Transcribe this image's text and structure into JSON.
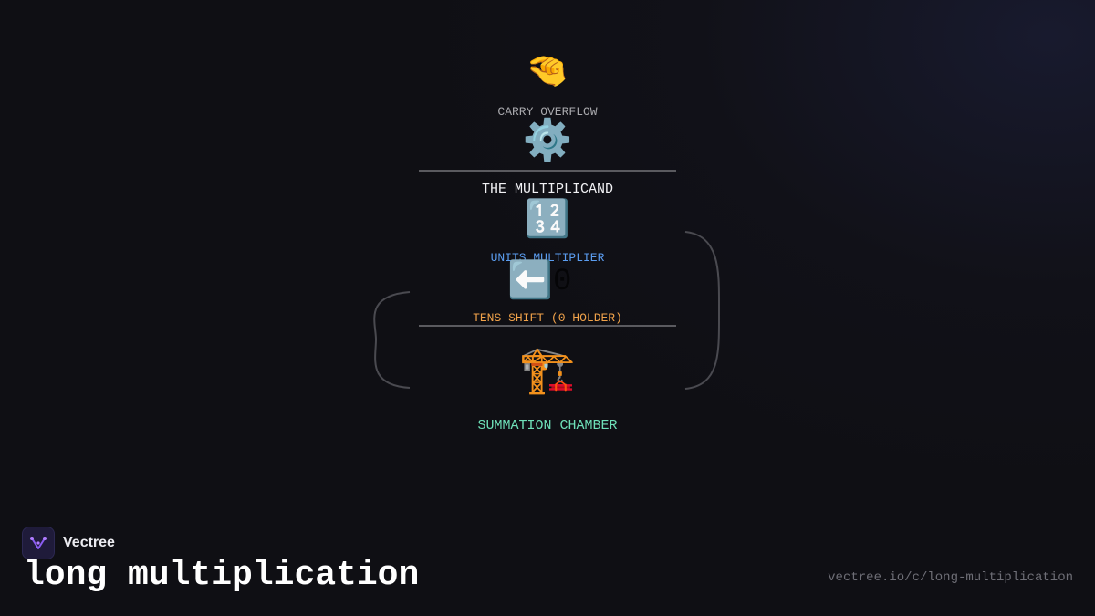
{
  "diagram": {
    "carry": {
      "icon": "pinching-hand-icon",
      "glyph": "🤏",
      "label": "CARRY OVERFLOW",
      "color": "#a9a9ad"
    },
    "gear": {
      "icon": "gear-icon",
      "glyph": "⚙️"
    },
    "multiplicand": {
      "label": "THE MULTIPLICAND",
      "color": "#f1f1f4"
    },
    "digits": {
      "icon": "input-numbers-icon",
      "glyph": "🔢"
    },
    "units": {
      "label": "UNITS MULTIPLIER",
      "color": "#5b9df0"
    },
    "shift": {
      "icon": "left-arrow-icon",
      "glyph": "⬅️",
      "zero": "0"
    },
    "tens": {
      "label": "TENS SHIFT (0-HOLDER)",
      "color": "#f0a24a"
    },
    "crane": {
      "icon": "construction-crane-icon",
      "glyph": "🏗️"
    },
    "summation": {
      "label": "SUMMATION CHAMBER",
      "color": "#6ee0b8"
    }
  },
  "footer": {
    "brand": "Vectree",
    "title": "long multiplication",
    "url": "vectree.io/c/long-multiplication"
  },
  "colors": {
    "background": "#0f0f14",
    "rule": "#5a5a5f",
    "bracket": "#4a4a50"
  }
}
